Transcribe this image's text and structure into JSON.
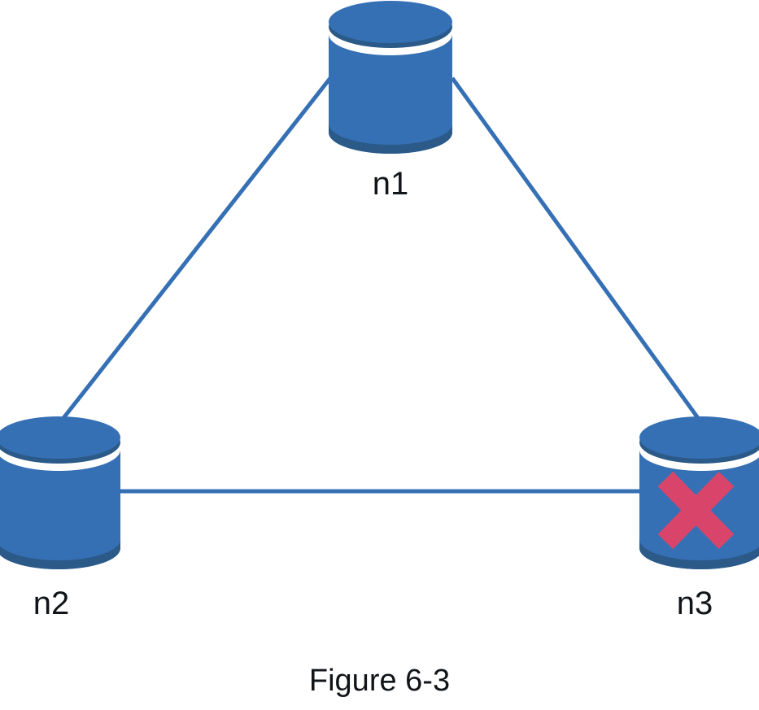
{
  "figure": {
    "caption": "Figure 6-3",
    "background_color": "#ffffff"
  },
  "colors": {
    "cylinder_body": "#3570B5",
    "cylinder_top": "#3570B5",
    "cylinder_rim_dark": "#2B5A88",
    "cylinder_gap": "#ffffff",
    "edge_line": "#3570B5",
    "failure_mark": "#D9456A",
    "label_text": "#111418"
  },
  "nodes": [
    {
      "id": "n1",
      "label": "n1",
      "icon": "database-cylinder-icon",
      "status": "ok",
      "position": "top-center"
    },
    {
      "id": "n2",
      "label": "n2",
      "icon": "database-cylinder-icon",
      "status": "ok",
      "position": "bottom-left"
    },
    {
      "id": "n3",
      "label": "n3",
      "icon": "database-cylinder-icon",
      "status": "failed",
      "status_marker": "red-x-icon",
      "position": "bottom-right"
    }
  ],
  "edges": [
    {
      "id": "n1-n2",
      "from": "n1",
      "to": "n2"
    },
    {
      "id": "n1-n3",
      "from": "n1",
      "to": "n3"
    },
    {
      "id": "n2-n3",
      "from": "n2",
      "to": "n3"
    }
  ]
}
